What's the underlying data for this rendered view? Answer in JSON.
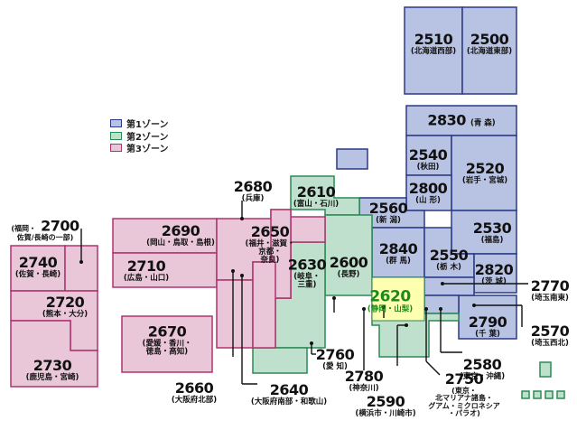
{
  "colors": {
    "zone1_fill": "#b8c2e2",
    "zone1_border": "#2a3b86",
    "zone2_fill": "#bfe0cc",
    "zone2_border": "#2c8a56",
    "zone3_fill": "#eac7d8",
    "zone3_border": "#b0336e",
    "highlight_fill": "#ffffb0",
    "highlight_text": "#1a8a1a"
  },
  "legend": [
    {
      "label": "第1ゾーン",
      "color": "#b8c2e2",
      "border": "#2a3b86"
    },
    {
      "label": "第2ゾーン",
      "color": "#bfe0cc",
      "border": "#2c8a56"
    },
    {
      "label": "第3ゾーン",
      "color": "#eac7d8",
      "border": "#b0336e"
    }
  ],
  "areas": {
    "a2510": {
      "code": "2510",
      "name": "(北海道西部)"
    },
    "a2500": {
      "code": "2500",
      "name": "(北海道東部)"
    },
    "a2830": {
      "code": "2830",
      "name": "(青 森)"
    },
    "a2540": {
      "code": "2540",
      "name": "(秋田)"
    },
    "a2520": {
      "code": "2520",
      "name": "(岩手・宮城)"
    },
    "a2800": {
      "code": "2800",
      "name": "(山 形)"
    },
    "a2560": {
      "code": "2560",
      "name": "(新 潟)"
    },
    "a2530": {
      "code": "2530",
      "name": "(福島)"
    },
    "a2610": {
      "code": "2610",
      "name": "(富山・石川)"
    },
    "a2840": {
      "code": "2840",
      "name": "(群 馬)"
    },
    "a2550": {
      "code": "2550",
      "name": "(栃 木)"
    },
    "a2820": {
      "code": "2820",
      "name": "(茨 城)"
    },
    "a2600": {
      "code": "2600",
      "name": "(長野)"
    },
    "a2630": {
      "code": "2630",
      "name": "(岐阜・",
      "name2": "三重)"
    },
    "a2620": {
      "code": "2620",
      "name": "(静岡・山梨)"
    },
    "a2790": {
      "code": "2790",
      "name": "(千 葉)"
    },
    "a2690": {
      "code": "2690",
      "name": "(岡山・鳥取・島根)"
    },
    "a2650": {
      "code": "2650",
      "name": "(福井・滋賀・",
      "name2": "京都・",
      "name3": "奈良)"
    },
    "a2710": {
      "code": "2710",
      "name": "(広島・山口)"
    },
    "a2740": {
      "code": "2740",
      "name": "(佐賀・長崎)"
    },
    "a2720": {
      "code": "2720",
      "name": "(熊本・大分)"
    },
    "a2730": {
      "code": "2730",
      "name": "(鹿児島・宮崎)"
    },
    "a2670": {
      "code": "2670",
      "name": "(愛媛・香川・",
      "name2": "徳島・高知)"
    }
  },
  "callouts": {
    "c2680": {
      "code": "2680",
      "name": "(兵庫)"
    },
    "c2700": {
      "code": "2700",
      "pre": "(福岡・",
      "name": "佐賀/長崎の一部)"
    },
    "c2770": {
      "code": "2770",
      "name": "(埼玉南東)"
    },
    "c2570": {
      "code": "2570",
      "name": "(埼玉西北)"
    },
    "c2580": {
      "code": "2580",
      "name": "(東京・沖縄)"
    },
    "c2760": {
      "code": "2760",
      "name": "(愛 知)"
    },
    "c2780": {
      "code": "2780",
      "name": "(神奈川)"
    },
    "c2590": {
      "code": "2590",
      "name": "(横浜市・川崎市)"
    },
    "c2750": {
      "code": "2750",
      "name": "(東京・",
      "name2": "北マリアナ諸島・",
      "name3": "グアム・ミクロネシア",
      "name4": "・パラオ)"
    },
    "c2660": {
      "code": "2660",
      "name": "(大阪府北部)"
    },
    "c2640": {
      "code": "2640",
      "name": "(大阪府南部・和歌山)"
    }
  }
}
